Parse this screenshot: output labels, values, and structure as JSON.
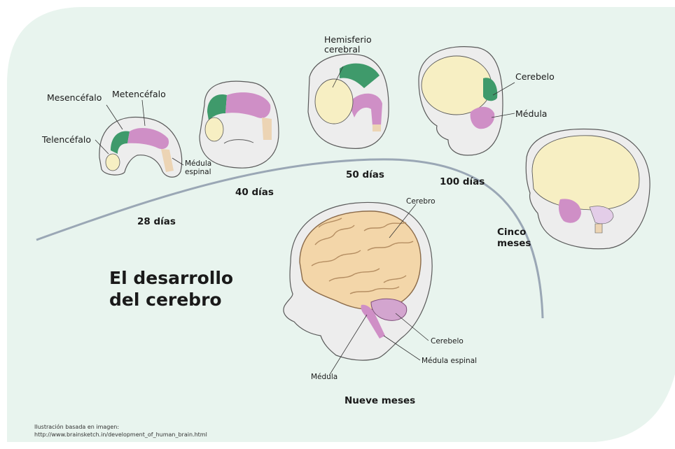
{
  "title": {
    "line1": "El desarrollo",
    "line2": "del cerebro"
  },
  "stages": {
    "d28": "28 días",
    "d40": "40 días",
    "d50": "50 días",
    "d100": "100 días",
    "m5_line1": "Cinco",
    "m5_line2": "meses",
    "m9": "Nueve meses"
  },
  "labels": {
    "mesencefalo": "Mesencéfalo",
    "metencefalo": "Metencéfalo",
    "telencefalo": "Telencéfalo",
    "medula_espinal_small_1": "Médula",
    "medula_espinal_small_2": "espinal",
    "hemisferio_1": "Hemisferio",
    "hemisferio_2": "cerebral",
    "cerebelo_100": "Cerebelo",
    "medula_100": "Médula",
    "cerebro": "Cerebro",
    "cerebelo": "Cerebelo",
    "medula_espinal": "Médula espinal",
    "medula": "Médula"
  },
  "credit": {
    "line1": "Ilustración basada en imagen:",
    "line2": "http://www.brainsketch.in/development_of_human_brain.html"
  },
  "colors": {
    "background_panel": "#e8f4ee",
    "head_fill": "#ededed",
    "head_stroke": "#5a5a5a",
    "forebrain": "#f7efc3",
    "midbrain": "#3f9a6b",
    "hindbrain": "#cf8fc6",
    "spinal": "#ecd4b4",
    "brain_mature": "#f3d6a9",
    "timeline": "#9aa7b5"
  }
}
